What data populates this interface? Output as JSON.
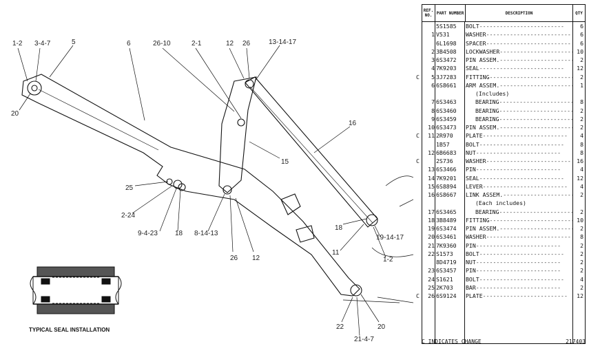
{
  "callouts": [
    "1-2",
    "3-4-7",
    "5",
    "6",
    "26-10",
    "2-1",
    "12",
    "26",
    "13-14-17",
    "20",
    "16",
    "15",
    "25",
    "2-24",
    "9-4-23",
    "18",
    "8-14-13",
    "26",
    "12",
    "18",
    "11",
    "19-14-17",
    "1-2",
    "22",
    "21-4-7",
    "20"
  ],
  "seal_caption": "TYPICAL SEAL INSTALLATION",
  "table": {
    "headers": {
      "ref": "REF. NO.",
      "part": "PART NUMBER",
      "desc": "DESCRIPTION",
      "qty": "QTY"
    },
    "rows": [
      {
        "mark": "",
        "ref": "",
        "part": "5S1585",
        "desc": "BOLT",
        "qty": "6"
      },
      {
        "mark": "",
        "ref": "1",
        "part": "V531",
        "desc": "WASHER",
        "qty": "6"
      },
      {
        "mark": "",
        "ref": "",
        "part": "6L1698",
        "desc": "SPACER",
        "qty": "6"
      },
      {
        "mark": "",
        "ref": "2",
        "part": "3B4508",
        "desc": "LOCKWASHER",
        "qty": "10"
      },
      {
        "mark": "",
        "ref": "3",
        "part": "6S3472",
        "desc": "PIN ASSEM.",
        "qty": "2"
      },
      {
        "mark": "",
        "ref": "4",
        "part": "7K9203",
        "desc": "SEAL",
        "qty": "12"
      },
      {
        "mark": "C",
        "ref": "5",
        "part": "3J7283",
        "desc": "FITTING",
        "qty": "2"
      },
      {
        "mark": "",
        "ref": "6",
        "part": "6S8661",
        "desc": "ARM ASSEM.",
        "qty": "1"
      },
      {
        "mark": "",
        "ref": "",
        "part": "",
        "desc": "(Includes)",
        "qty": "",
        "indent": true
      },
      {
        "mark": "",
        "ref": "7",
        "part": "6S3463",
        "desc": "BEARING",
        "qty": "8",
        "indent": true
      },
      {
        "mark": "",
        "ref": "8",
        "part": "6S3460",
        "desc": "BEARING",
        "qty": "2",
        "indent": true
      },
      {
        "mark": "",
        "ref": "9",
        "part": "6S3459",
        "desc": "BEARING",
        "qty": "2",
        "indent": true
      },
      {
        "mark": "",
        "ref": "10",
        "part": "6S3473",
        "desc": "PIN ASSEM.",
        "qty": "2"
      },
      {
        "mark": "C",
        "ref": "11",
        "part": "2R970",
        "desc": "PLATE",
        "qty": "4"
      },
      {
        "mark": "",
        "ref": "",
        "part": "1B57",
        "desc": "BOLT",
        "qty": "8"
      },
      {
        "mark": "",
        "ref": "12",
        "part": "6B6683",
        "desc": "NUT",
        "qty": "8"
      },
      {
        "mark": "C",
        "ref": "",
        "part": "2S736",
        "desc": "WASHER",
        "qty": "16"
      },
      {
        "mark": "",
        "ref": "13",
        "part": "6S3466",
        "desc": "PIN",
        "qty": "4"
      },
      {
        "mark": "",
        "ref": "14",
        "part": "7K9201",
        "desc": "SEAL",
        "qty": "12"
      },
      {
        "mark": "",
        "ref": "15",
        "part": "6S8894",
        "desc": "LEVER",
        "qty": "4"
      },
      {
        "mark": "",
        "ref": "16",
        "part": "6S8667",
        "desc": "LINK ASSEM.",
        "qty": "2"
      },
      {
        "mark": "",
        "ref": "",
        "part": "",
        "desc": "(Each includes)",
        "qty": "",
        "indent": true
      },
      {
        "mark": "",
        "ref": "17",
        "part": "6S3465",
        "desc": "BEARING",
        "qty": "2",
        "indent": true
      },
      {
        "mark": "",
        "ref": "18",
        "part": "3B8489",
        "desc": "FITTING",
        "qty": "10"
      },
      {
        "mark": "",
        "ref": "19",
        "part": "6S3474",
        "desc": "PIN ASSEM.",
        "qty": "2"
      },
      {
        "mark": "",
        "ref": "20",
        "part": "6S3461",
        "desc": "WASHER",
        "qty": "8"
      },
      {
        "mark": "",
        "ref": "21",
        "part": "7K9360",
        "desc": "PIN",
        "qty": "2"
      },
      {
        "mark": "",
        "ref": "22",
        "part": "S1573",
        "desc": "BOLT",
        "qty": "2"
      },
      {
        "mark": "",
        "ref": "",
        "part": "8D4719",
        "desc": "NUT",
        "qty": "2"
      },
      {
        "mark": "",
        "ref": "23",
        "part": "6S3457",
        "desc": "PIN",
        "qty": "2"
      },
      {
        "mark": "",
        "ref": "24",
        "part": "S1621",
        "desc": "BOLT",
        "qty": "4"
      },
      {
        "mark": "",
        "ref": "25",
        "part": "2K703",
        "desc": "BAR",
        "qty": "2"
      },
      {
        "mark": "C",
        "ref": "26",
        "part": "6S9124",
        "desc": "PLATE",
        "qty": "12"
      }
    ]
  },
  "footer": {
    "note": "C INDICATES CHANGE",
    "code": "217403"
  }
}
